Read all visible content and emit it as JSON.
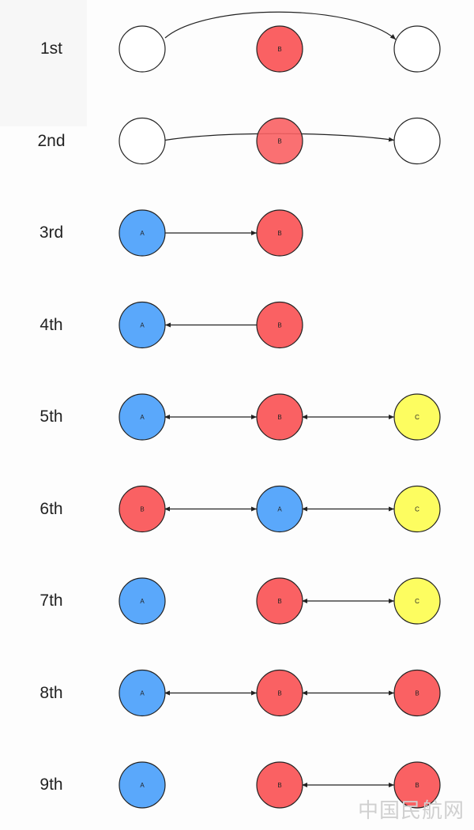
{
  "colors": {
    "empty": "#ffffff",
    "A": "#5aa8fb",
    "B": "#fa6163",
    "C": "#fdfd60",
    "stroke": "#222222"
  },
  "watermark": "中国民航网",
  "rows": [
    {
      "label": "1st",
      "nodes": [
        {
          "slot": 0,
          "type": "empty",
          "text": ""
        },
        {
          "slot": 1,
          "type": "B",
          "text": "B"
        },
        {
          "slot": 2,
          "type": "empty",
          "text": ""
        }
      ],
      "edges": [
        {
          "from": 0,
          "to": 2,
          "dir": "forward",
          "style": "arc-high"
        }
      ]
    },
    {
      "label": "2nd",
      "nodes": [
        {
          "slot": 0,
          "type": "empty",
          "text": ""
        },
        {
          "slot": 1,
          "type": "B",
          "text": "B"
        },
        {
          "slot": 2,
          "type": "empty",
          "text": ""
        }
      ],
      "edges": [
        {
          "from": 0,
          "to": 2,
          "dir": "forward",
          "style": "arc-low"
        }
      ]
    },
    {
      "label": "3rd",
      "nodes": [
        {
          "slot": 0,
          "type": "A",
          "text": "A"
        },
        {
          "slot": 1,
          "type": "B",
          "text": "B"
        }
      ],
      "edges": [
        {
          "from": 0,
          "to": 1,
          "dir": "forward",
          "style": "straight"
        }
      ]
    },
    {
      "label": "4th",
      "nodes": [
        {
          "slot": 0,
          "type": "A",
          "text": "A"
        },
        {
          "slot": 1,
          "type": "B",
          "text": "B"
        }
      ],
      "edges": [
        {
          "from": 1,
          "to": 0,
          "dir": "forward",
          "style": "straight"
        }
      ]
    },
    {
      "label": "5th",
      "nodes": [
        {
          "slot": 0,
          "type": "A",
          "text": "A"
        },
        {
          "slot": 1,
          "type": "B",
          "text": "B"
        },
        {
          "slot": 2,
          "type": "C",
          "text": "C"
        }
      ],
      "edges": [
        {
          "from": 0,
          "to": 1,
          "dir": "both",
          "style": "straight"
        },
        {
          "from": 1,
          "to": 2,
          "dir": "both",
          "style": "straight"
        }
      ]
    },
    {
      "label": "6th",
      "nodes": [
        {
          "slot": 0,
          "type": "B",
          "text": "B"
        },
        {
          "slot": 1,
          "type": "A",
          "text": "A"
        },
        {
          "slot": 2,
          "type": "C",
          "text": "C"
        }
      ],
      "edges": [
        {
          "from": 0,
          "to": 1,
          "dir": "both",
          "style": "straight"
        },
        {
          "from": 1,
          "to": 2,
          "dir": "both",
          "style": "straight"
        }
      ]
    },
    {
      "label": "7th",
      "nodes": [
        {
          "slot": 0,
          "type": "A",
          "text": "A"
        },
        {
          "slot": 1,
          "type": "B",
          "text": "B"
        },
        {
          "slot": 2,
          "type": "C",
          "text": "C"
        }
      ],
      "edges": [
        {
          "from": 1,
          "to": 2,
          "dir": "both",
          "style": "straight"
        }
      ]
    },
    {
      "label": "8th",
      "nodes": [
        {
          "slot": 0,
          "type": "A",
          "text": "A"
        },
        {
          "slot": 1,
          "type": "B",
          "text": "B"
        },
        {
          "slot": 2,
          "type": "B",
          "text": "B"
        }
      ],
      "edges": [
        {
          "from": 0,
          "to": 1,
          "dir": "both",
          "style": "straight"
        },
        {
          "from": 1,
          "to": 2,
          "dir": "both",
          "style": "straight"
        }
      ]
    },
    {
      "label": "9th",
      "nodes": [
        {
          "slot": 0,
          "type": "A",
          "text": "A"
        },
        {
          "slot": 1,
          "type": "B",
          "text": "B"
        },
        {
          "slot": 2,
          "type": "B",
          "text": "B"
        }
      ],
      "edges": [
        {
          "from": 1,
          "to": 2,
          "dir": "both",
          "style": "straight"
        }
      ]
    }
  ]
}
